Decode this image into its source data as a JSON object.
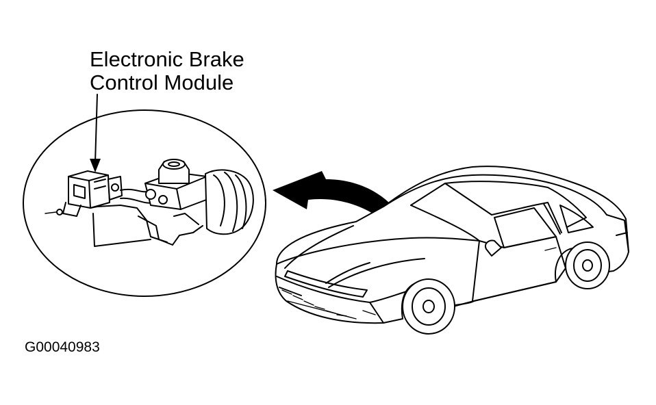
{
  "diagram": {
    "callout": {
      "line1": "Electronic Brake",
      "line2": "Control Module"
    },
    "figure_id": "G00040983"
  },
  "colors": {
    "ink": "#000000",
    "paper": "#ffffff"
  },
  "icons": [
    "brake-module-illustration",
    "vehicle-illustration",
    "location-arrow-icon"
  ]
}
